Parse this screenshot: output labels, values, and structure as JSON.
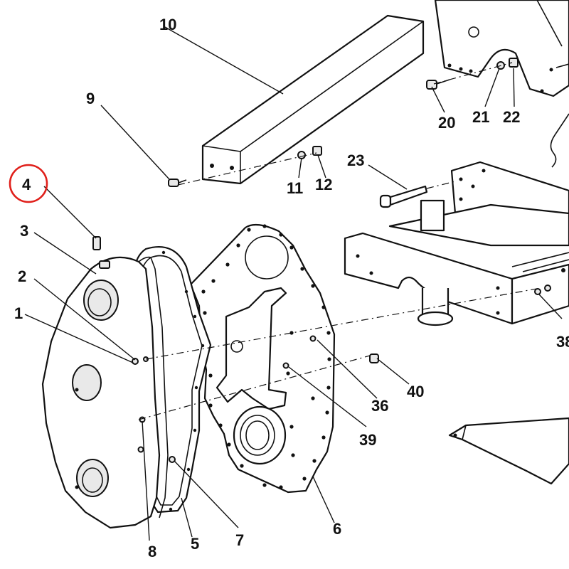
{
  "colors": {
    "ink": "#111111",
    "highlight": "#e0201b",
    "background": "#ffffff"
  },
  "highlighted_callout": "4",
  "callouts": {
    "c1": "1",
    "c2": "2",
    "c3": "3",
    "c4": "4",
    "c5": "5",
    "c6": "6",
    "c7": "7",
    "c8": "8",
    "c9": "9",
    "c10": "10",
    "c11": "11",
    "c12": "12",
    "c20": "20",
    "c21": "21",
    "c22": "22",
    "c23": "23",
    "c36": "36",
    "c38": "38",
    "c39": "39",
    "c40": "40"
  }
}
